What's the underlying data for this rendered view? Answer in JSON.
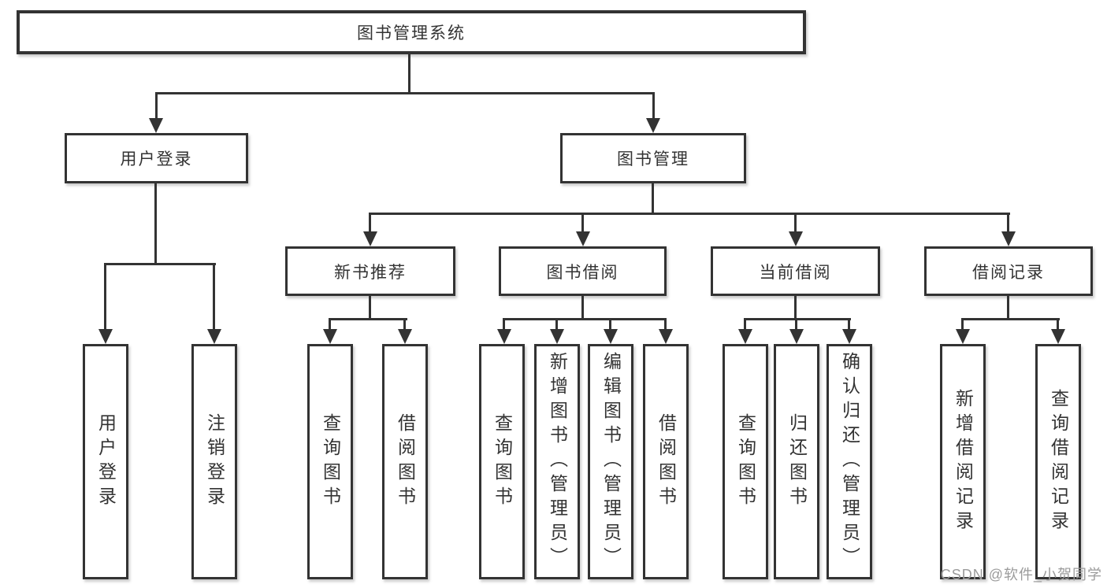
{
  "tree": {
    "label": "图书管理系统",
    "children": [
      {
        "label": "用户登录",
        "children": [
          {
            "label": "用户登录"
          },
          {
            "label": "注销登录"
          }
        ]
      },
      {
        "label": "图书管理",
        "children": [
          {
            "label": "新书推荐",
            "children": [
              {
                "label": "查询图书"
              },
              {
                "label": "借阅图书"
              }
            ]
          },
          {
            "label": "图书借阅",
            "children": [
              {
                "label": "查询图书"
              },
              {
                "label": "新增图书（管理员）"
              },
              {
                "label": "编辑图书（管理员）"
              },
              {
                "label": "借阅图书"
              }
            ]
          },
          {
            "label": "当前借阅",
            "children": [
              {
                "label": "查询图书"
              },
              {
                "label": "归还图书"
              },
              {
                "label": "确认归还（管理员）"
              }
            ]
          },
          {
            "label": "借阅记录",
            "children": [
              {
                "label": "新增借阅记录"
              },
              {
                "label": "查询借阅记录"
              }
            ]
          }
        ]
      }
    ]
  },
  "watermark": {
    "text": "CSDN @软件_小贺同学",
    "color": "#9b9b9b"
  },
  "colors": {
    "line": "#333333",
    "box_border": "#333333",
    "text": "#333333",
    "background": "#ffffff"
  }
}
